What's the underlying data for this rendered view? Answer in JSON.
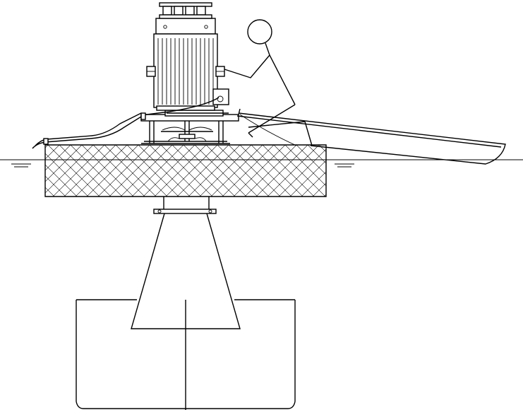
{
  "drawing": {
    "subject": "floating-aerator-with-operator",
    "colors": {
      "line": "#000000",
      "background": "#ffffff"
    },
    "parts": [
      "motor",
      "motor-fan-cap",
      "mounting-plate",
      "impeller",
      "float-body",
      "water-surface",
      "draft-tube-flange",
      "draft-tube-cone",
      "bottom-frame",
      "cable-hose",
      "operator-figure",
      "boat"
    ]
  }
}
